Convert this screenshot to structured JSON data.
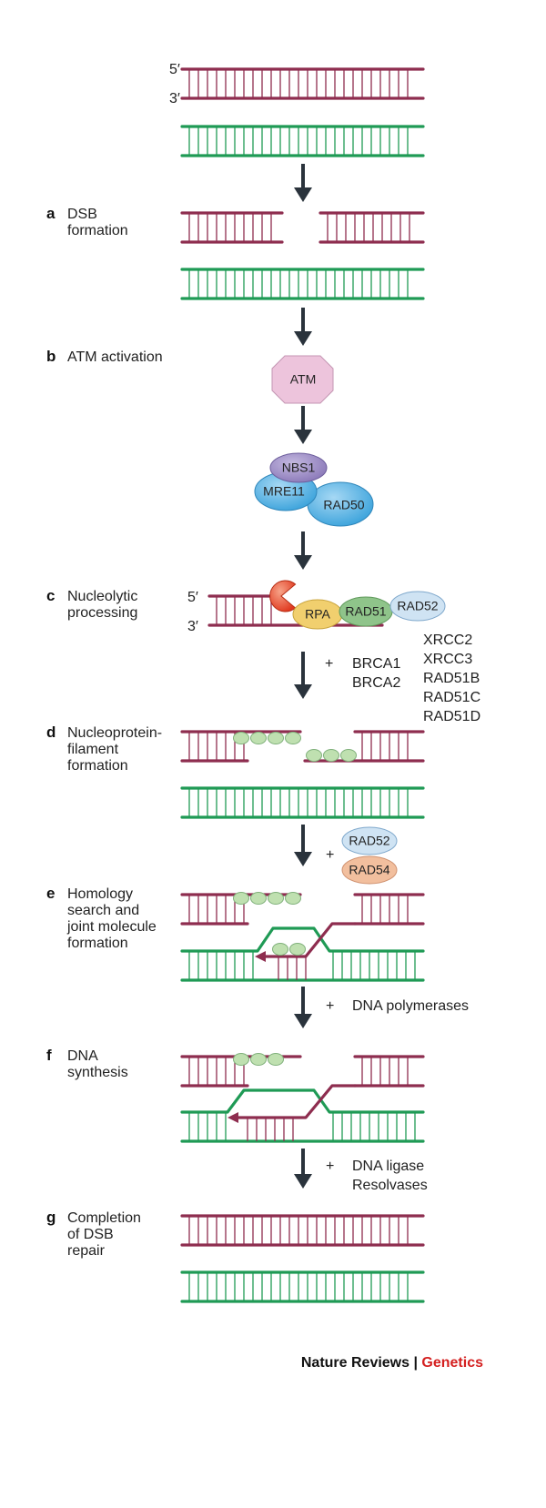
{
  "colors": {
    "strand_a": "#8e2d4f",
    "strand_b": "#1f9a55",
    "arrow": "#2a333c",
    "nuclease": "#e0391f"
  },
  "end_labels": {
    "five_prime": "5′",
    "three_prime": "3′"
  },
  "steps": [
    {
      "letter": "a",
      "lines": [
        "DSB",
        "formation"
      ]
    },
    {
      "letter": "b",
      "lines": [
        "ATM activation"
      ]
    },
    {
      "letter": "c",
      "lines": [
        "Nucleolytic",
        "processing"
      ]
    },
    {
      "letter": "d",
      "lines": [
        "Nucleoprotein-",
        "filament",
        "formation"
      ]
    },
    {
      "letter": "e",
      "lines": [
        "Homology",
        "search and",
        "joint molecule",
        "formation"
      ]
    },
    {
      "letter": "f",
      "lines": [
        "DNA",
        "synthesis"
      ]
    },
    {
      "letter": "g",
      "lines": [
        "Completion",
        "of DSB",
        "repair"
      ]
    }
  ],
  "proteins": {
    "atm": "ATM",
    "nbs1": "NBS1",
    "mre11": "MRE11",
    "rad50": "RAD50",
    "rpa": "RPA",
    "rad51": "RAD51",
    "rad52": "RAD52",
    "rad52_e": "RAD52",
    "rad54": "RAD54"
  },
  "protein_colors": {
    "atm": "#edc4dc",
    "nbs1": "#8a78b8",
    "mre11": "#3aa2db",
    "rad50": "#3aa2db",
    "rpa": "#f1cf6e",
    "rad51": "#8fc48a",
    "rad52": "#cfe3f3",
    "rad54": "#f2bf9e",
    "filament": "#bfe0b0"
  },
  "factors": {
    "plus": "+",
    "c_to_d": [
      "BRCA1",
      "BRCA2"
    ],
    "paralogs": [
      "XRCC2",
      "XRCC3",
      "RAD51B",
      "RAD51C",
      "RAD51D"
    ],
    "e_to_f": [
      "DNA polymerases"
    ],
    "f_to_g": [
      "DNA ligase",
      "Resolvases"
    ]
  },
  "journal": {
    "name": "Nature Reviews",
    "separator": " | ",
    "section": "Genetics"
  }
}
